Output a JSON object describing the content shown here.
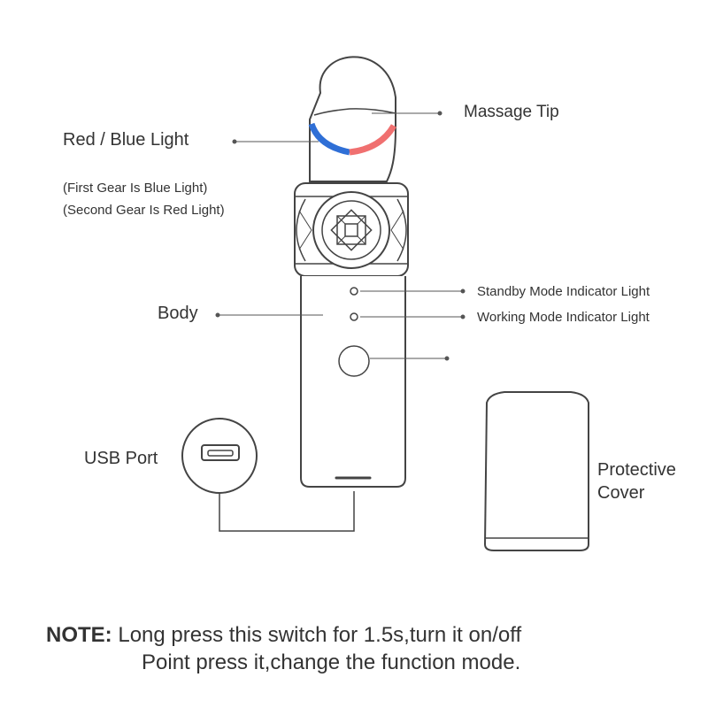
{
  "labels": {
    "massage_tip": "Massage Tip",
    "red_blue_light": "Red / Blue Light",
    "first_gear": "(First Gear Is Blue Light)",
    "second_gear": "(Second Gear Is Red Light)",
    "standby_indicator": "Standby Mode Indicator Light",
    "working_indicator": "Working Mode Indicator Light",
    "body": "Body",
    "usb_port": "USB Port",
    "protective_cover_line1": "Protective",
    "protective_cover_line2": "Cover"
  },
  "note": {
    "keyword": "NOTE:",
    "line1": "Long press this switch for 1.5s,turn it on/off",
    "line2": "Point press it,change the function mode."
  },
  "colors": {
    "outline": "#444444",
    "blue_light": "#2f6fd6",
    "red_light": "#f07070",
    "text": "#333333"
  }
}
